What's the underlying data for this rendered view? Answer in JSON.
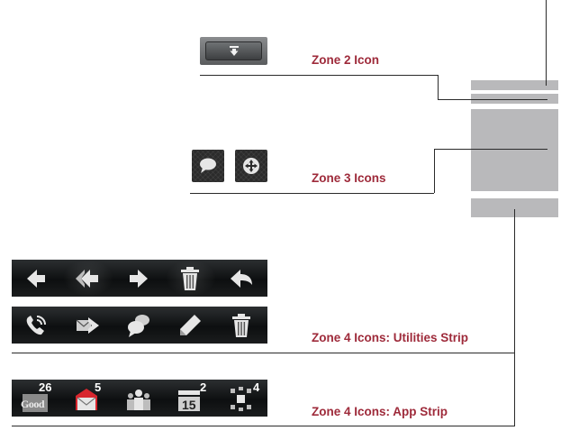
{
  "labels": {
    "zone2": "Zone 2 Icon",
    "zone3": "Zone 3 Icons",
    "zone4_utilities": "Zone 4 Icons: Utilities Strip",
    "zone4_app": "Zone 4 Icons: App Strip"
  },
  "colors": {
    "label": "#9e2a3a",
    "leader_line": "#2a2a2a",
    "zone_block": "#b9b9bb",
    "strip_bg": "#151718",
    "icon_fill": "#e6e6e6",
    "mail_red": "#d8262e"
  },
  "zone2": {
    "icon": "download-arrow-icon"
  },
  "zone3": {
    "icons": [
      "speech-bubble-icon",
      "move-crosshair-icon"
    ]
  },
  "utilities_row1": {
    "icons": [
      "arrow-left-icon",
      "double-arrow-left-icon",
      "arrow-right-icon",
      "trash-icon",
      "reply-icon"
    ]
  },
  "utilities_row2": {
    "icons": [
      "phone-call-icon",
      "forward-mail-icon",
      "chat-bubbles-icon",
      "pencil-icon",
      "trash-icon"
    ]
  },
  "app_strip": {
    "items": [
      {
        "icon": "good-app-icon",
        "text": "Good",
        "badge": "26"
      },
      {
        "icon": "mail-icon",
        "badge": "5"
      },
      {
        "icon": "contacts-icon",
        "badge": ""
      },
      {
        "icon": "calendar-icon",
        "text": "15",
        "badge": "2"
      },
      {
        "icon": "network-icon",
        "badge": "4"
      }
    ]
  }
}
